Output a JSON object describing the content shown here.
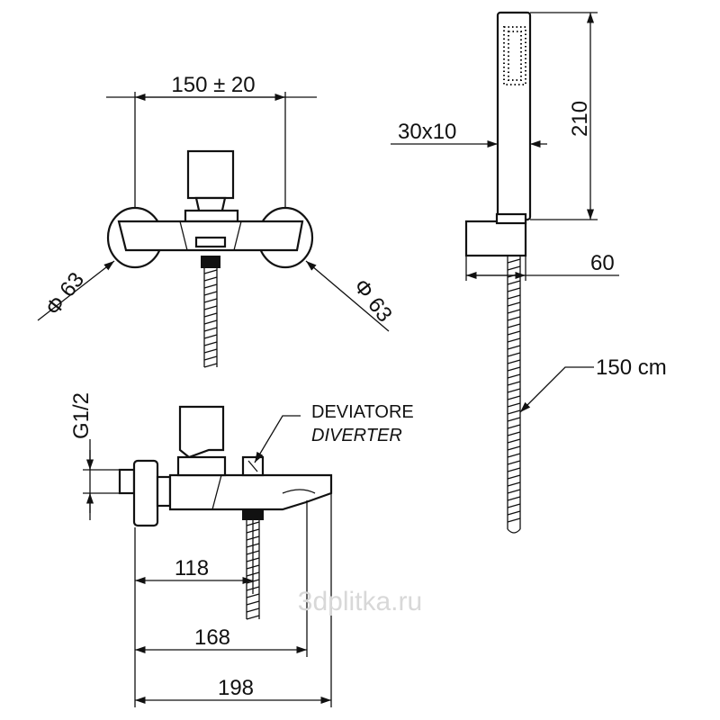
{
  "top_view": {
    "width_dim": "150 ± 20",
    "left_diameter": "Φ 63",
    "right_diameter": "Φ 63"
  },
  "side_view": {
    "thread_label": "G1/2",
    "diverter_label_it": "DEVIATORE",
    "diverter_label_en": "DIVERTER",
    "dim_118": "118",
    "dim_168": "168",
    "dim_198": "198"
  },
  "hand_shower": {
    "section_dim": "30x10",
    "length_dim": "210",
    "holder_dim": "60",
    "hose_length": "150 cm"
  },
  "watermark": "3dplitka.ru"
}
